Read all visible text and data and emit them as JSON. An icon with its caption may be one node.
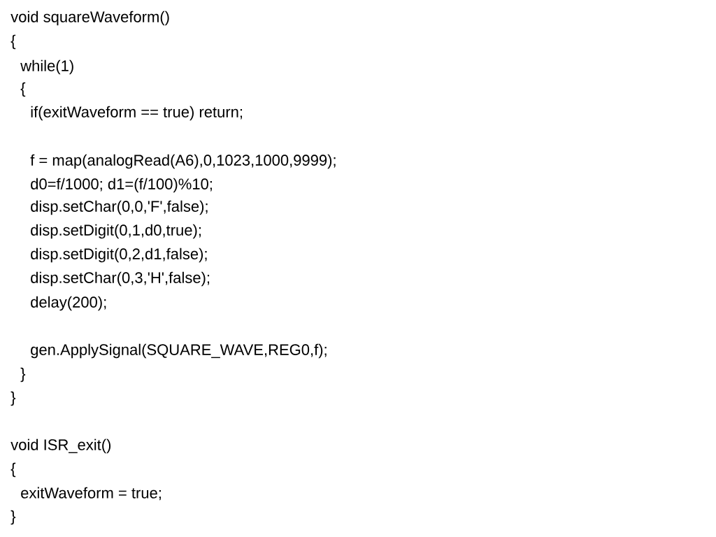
{
  "diagram": {
    "labels": [
      "void squareWaveform()",
      "{",
      "while(1)",
      "{",
      "if(exitWaveform == true) return;",
      "f = map(analogRead(A6),0,1023,1000,9999);",
      "d0=f/1000; d1=(f/100)%10;",
      "disp.setChar(0,0,'F',false);",
      "disp.setDigit(0,1,d0,true);",
      "disp.setDigit(0,2,d1,false);",
      "disp.setChar(0,3,'H',false);",
      "delay(200);",
      "gen.ApplySignal(SQUARE_WAVE,REG0,f);",
      "}",
      "}",
      "void ISR_exit()",
      "{",
      "exitWaveform = true;",
      "}"
    ]
  }
}
